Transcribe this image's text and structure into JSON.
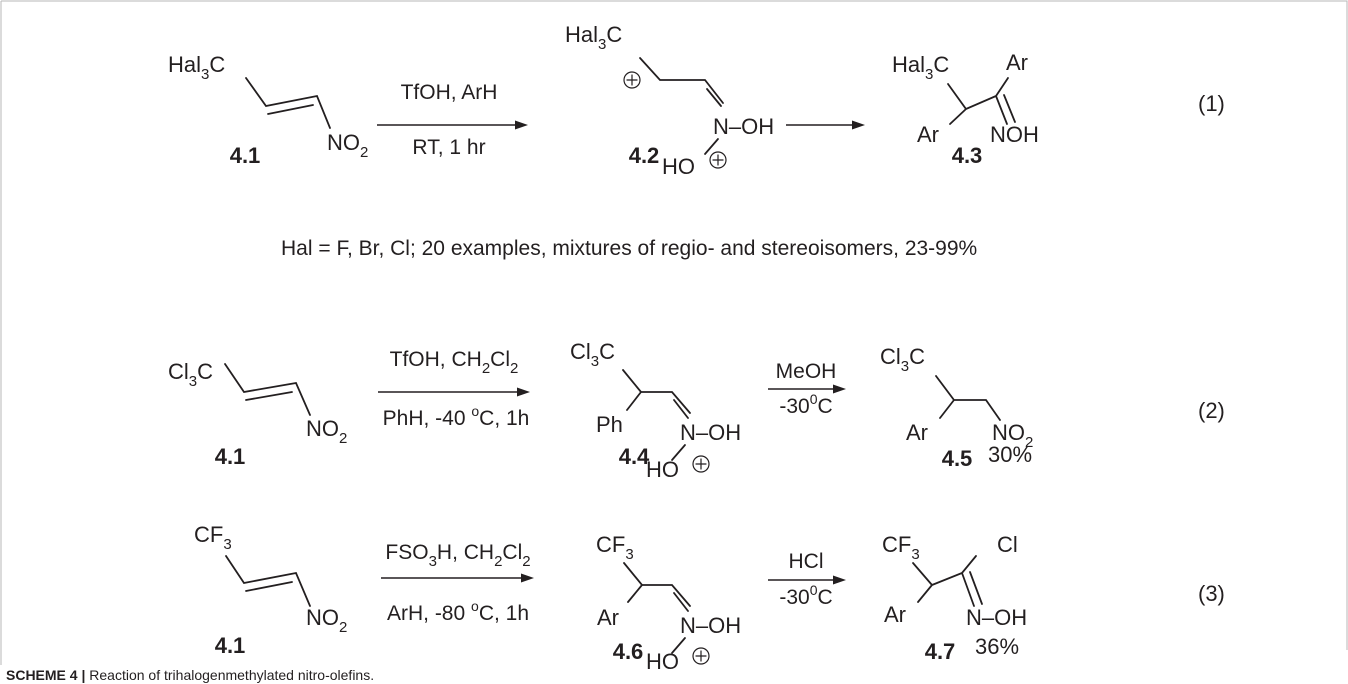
{
  "reactions": [
    {
      "number": "(1)",
      "start": {
        "group_base": "Hal",
        "group_sub": "3",
        "group_tail": "C",
        "nitro_base": "NO",
        "nitro_sub": "2",
        "label": "4.1"
      },
      "step1": {
        "line1": "TfOH, ArH",
        "line2": "RT, 1 hr"
      },
      "intermediate": {
        "group_base": "Hal",
        "group_sub": "3",
        "group_tail": "C",
        "n_oh": "N–OH",
        "ho": "HO",
        "label": "4.2"
      },
      "product": {
        "group_base": "Hal",
        "group_sub": "3",
        "group_tail": "C",
        "ar_top": "Ar",
        "ar_left": "Ar",
        "noh": "NOH",
        "label": "4.3"
      }
    },
    {
      "number": "(2)",
      "start": {
        "group_base": "Cl",
        "group_sub": "3",
        "group_tail": "C",
        "nitro_base": "NO",
        "nitro_sub": "2",
        "label": "4.1"
      },
      "step1": {
        "line1_a": "TfOH, CH",
        "line1_sub1": "2",
        "line1_b": "Cl",
        "line1_sub2": "2",
        "line2_a": "PhH, -40 ",
        "line2_sup": "o",
        "line2_b": "C, 1h"
      },
      "intermediate": {
        "group_base": "Cl",
        "group_sub": "3",
        "group_tail": "C",
        "aryl": "Ph",
        "n_oh": "N–OH",
        "ho": "HO",
        "label": "4.4"
      },
      "step2": {
        "line1": "MeOH",
        "line2_a": "-30",
        "line2_sup": "0",
        "line2_b": "C"
      },
      "product": {
        "group_base": "Cl",
        "group_sub": "3",
        "group_tail": "C",
        "aryl": "Ar",
        "nitro_base": "NO",
        "nitro_sub": "2",
        "label": "4.5",
        "yield": "30%"
      }
    },
    {
      "number": "(3)",
      "start": {
        "group_base": "CF",
        "group_sub": "3",
        "nitro_base": "NO",
        "nitro_sub": "2",
        "label": "4.1"
      },
      "step1": {
        "line1_a": "FSO",
        "line1_sub1": "3",
        "line1_b": "H, CH",
        "line1_sub2": "2",
        "line1_c": "Cl",
        "line1_sub3": "2",
        "line2_a": "ArH, -80 ",
        "line2_sup": "o",
        "line2_b": "C, 1h"
      },
      "intermediate": {
        "group_base": "CF",
        "group_sub": "3",
        "aryl": "Ar",
        "n_oh": "N–OH",
        "ho": "HO",
        "label": "4.6"
      },
      "step2": {
        "line1": "HCl",
        "line2_a": "-30",
        "line2_sup": "0",
        "line2_b": "C"
      },
      "product": {
        "group_base": "CF",
        "group_sub": "3",
        "aryl": "Ar",
        "cl": "Cl",
        "n_oh": "N–OH",
        "label": "4.7",
        "yield": "36%"
      }
    }
  ],
  "note": "Hal = F, Br, Cl; 20 examples, mixtures of regio- and stereoisomers, 23-99%",
  "caption": {
    "label": "SCHEME 4 |",
    "text": " Reaction of trihalogenmethylated nitro-olefins."
  }
}
